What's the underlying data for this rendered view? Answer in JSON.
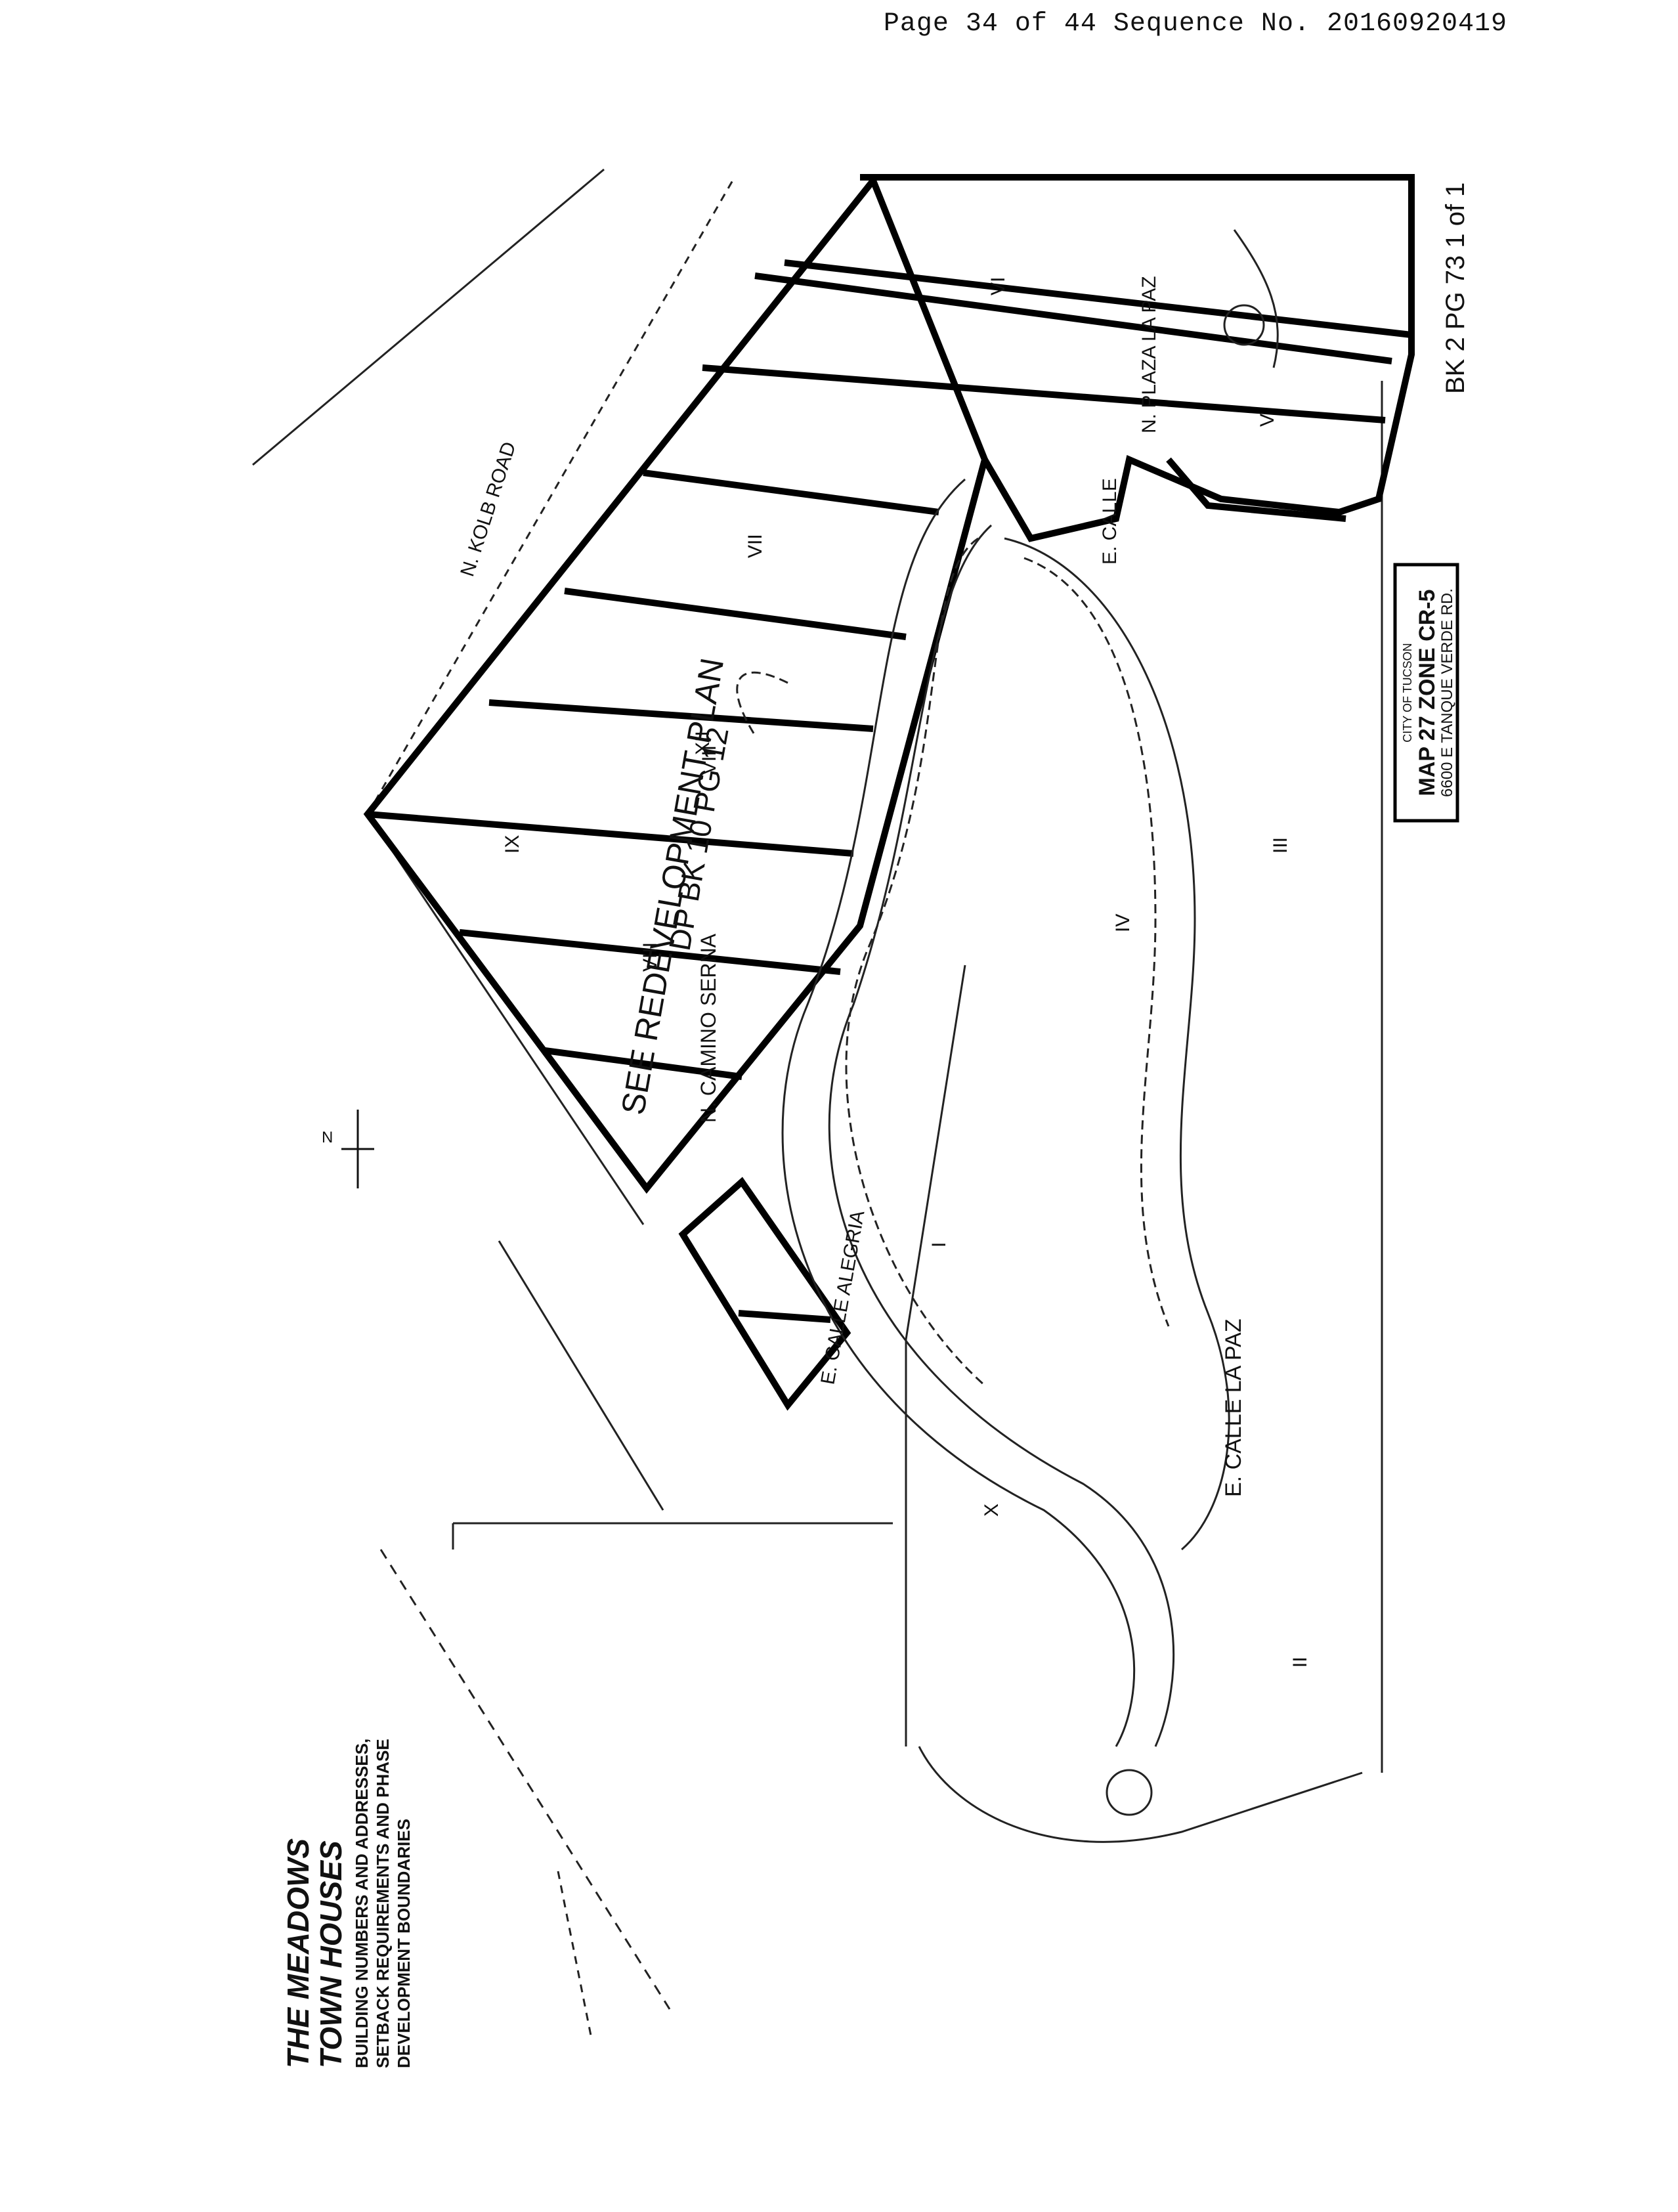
{
  "header": {
    "page_info": "Page 34 of 44 Sequence No. 20160920419"
  },
  "title_block": {
    "title_line1": "THE MEADOWS",
    "title_line2": "TOWN HOUSES",
    "subtitle_line1": "BUILDING NUMBERS AND ADDRESSES,",
    "subtitle_line2": "SETBACK REQUIREMENTS AND PHASE",
    "subtitle_line3": "DEVELOPMENT BOUNDARIES"
  },
  "stamp": {
    "line1": "CITY OF TUCSON",
    "line2": "MAP 27 ZONE CR-5",
    "line3": "6600 E TANQUE VERDE RD."
  },
  "book_ref": "BK 2 PG 73 1 of 1",
  "streets": {
    "kolb": "N. KOLB ROAD",
    "camino_serna": "N. CAMINO SERNA",
    "calle_alegria": "E. CALLE ALEGRIA",
    "calle_la_paz": "E. CALLE LA PAZ",
    "plaza_la_paz": "N. PLAZA LA PAZ",
    "calle_upper": "E. CALLE"
  },
  "overlay": {
    "see_redevelopment": "SEE REDEVELOPMENT PLAN",
    "dp_ref": "DP BK 10 PG 12"
  },
  "phases": [
    "I",
    "II",
    "III",
    "IV",
    "V",
    "VI",
    "VII",
    "VIII",
    "IX",
    "X",
    "XII",
    "VIII"
  ]
}
